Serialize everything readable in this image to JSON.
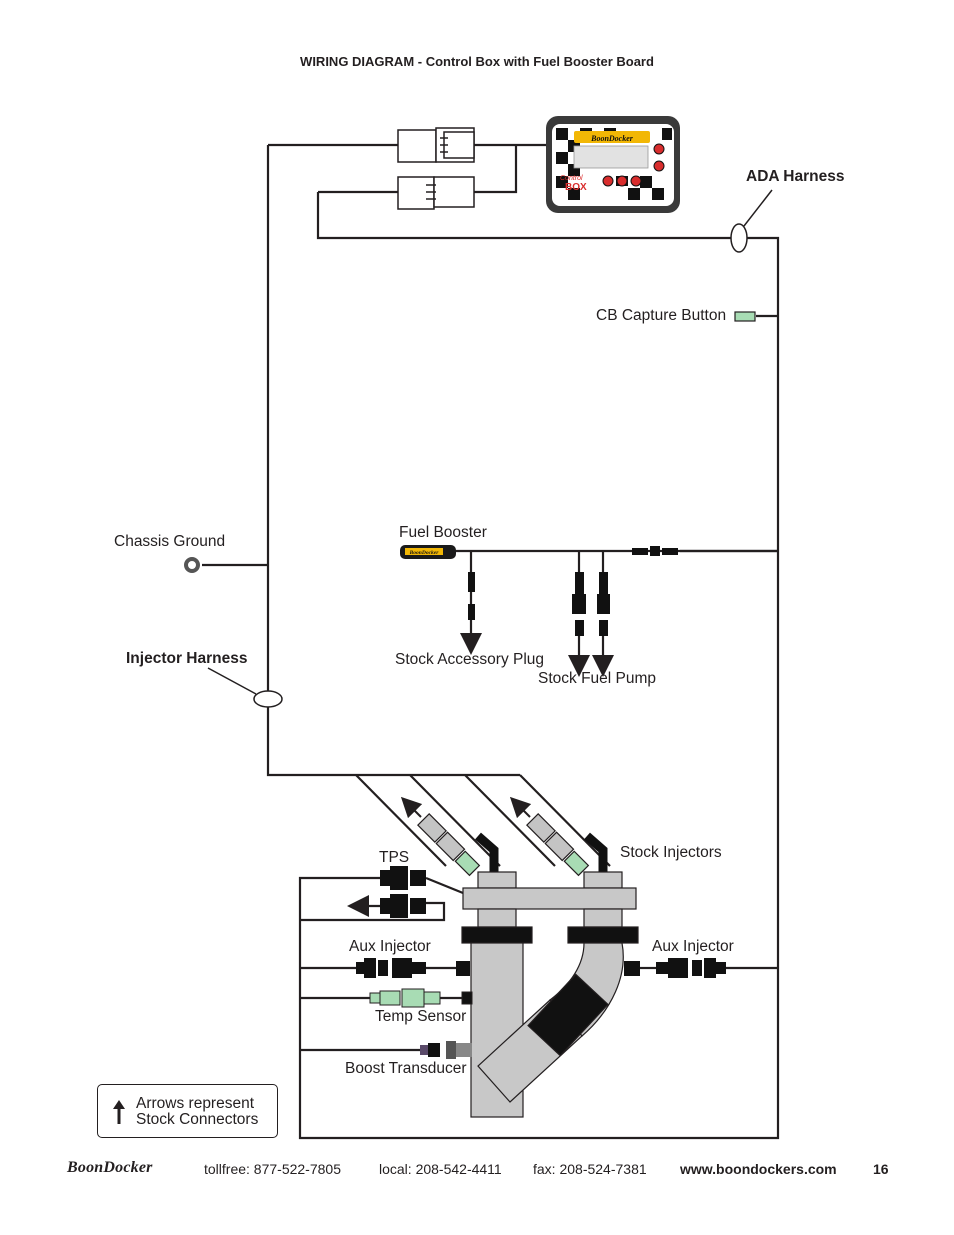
{
  "header": {
    "title": "WIRING DIAGRAM - Control Box with Fuel Booster Board"
  },
  "labels": {
    "ada_harness": "ADA Harness",
    "cb_capture_button": "CB Capture Button",
    "chassis_ground": "Chassis Ground",
    "fuel_booster": "Fuel Booster",
    "injector_harness": "Injector Harness",
    "stock_accessory_plug": "Stock Accessory Plug",
    "stock_fuel_pump": "Stock Fuel Pump",
    "tps": "TPS",
    "stock_injectors": "Stock Injectors",
    "aux_injector_left": "Aux Injector",
    "aux_injector_right": "Aux Injector",
    "temp_sensor": "Temp Sensor",
    "boost_transducer": "Boost Transducer"
  },
  "control_box": {
    "logo_text": "BoonDocker",
    "control_text": "Control",
    "box_text": "BOX"
  },
  "fuel_booster_logo": "BoonDocker",
  "legend": {
    "line1": "Arrows represent",
    "line2": "Stock Connectors"
  },
  "footer": {
    "brand": "BoonDocker",
    "tollfree": "tollfree: 877-522-7805",
    "local": "local: 208-542-4411",
    "fax": "fax: 208-524-7381",
    "website": "www.boondockers.com",
    "page_number": "16"
  },
  "colors": {
    "line": "#231f20",
    "connector_green": "#a8dcb4",
    "connector_gray": "#c4c4c4",
    "body_gray": "#c8c8c8"
  }
}
